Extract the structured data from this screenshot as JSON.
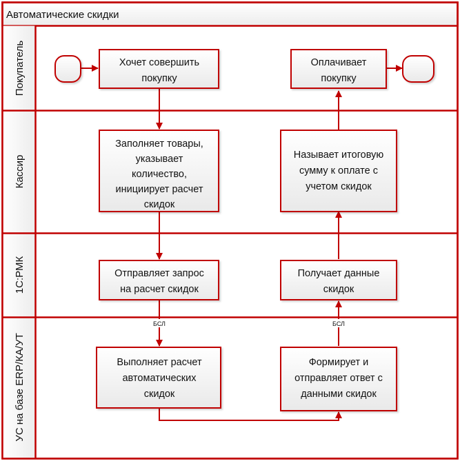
{
  "title": "Автоматические скидки",
  "colors": {
    "stroke": "#c00000",
    "fill_top": "#ffffff",
    "fill_bottom": "#ececec"
  },
  "lanes": [
    {
      "id": "buyer",
      "label": "Покупатель"
    },
    {
      "id": "cashier",
      "label": "Кассир"
    },
    {
      "id": "rmk",
      "label": "1С:РМК"
    },
    {
      "id": "erp",
      "label": "УС на базе ERP/КА/УТ"
    }
  ],
  "tasks": {
    "want_buy": {
      "lines": [
        "Хочет совершить",
        "покупку"
      ]
    },
    "pay": {
      "lines": [
        "Оплачивает",
        "покупку"
      ]
    },
    "fill_goods": {
      "lines": [
        "Заполняет товары,",
        "указывает",
        "количество,",
        "инициирует расчет",
        "скидок"
      ]
    },
    "announce_total": {
      "lines": [
        "Называет итоговую",
        "сумму к оплате с",
        "учетом скидок"
      ]
    },
    "send_request": {
      "lines": [
        "Отправляет запрос",
        "на расчет скидок"
      ]
    },
    "receive_data": {
      "lines": [
        "Получает данные",
        "скидок"
      ]
    },
    "calculate": {
      "lines": [
        "Выполняет расчет",
        "автоматических",
        "скидок"
      ]
    },
    "form_response": {
      "lines": [
        "Формирует и",
        "отправляет ответ с",
        "данными скидок"
      ]
    }
  },
  "flow_labels": {
    "down": "БСЛ",
    "up": "БСЛ"
  }
}
